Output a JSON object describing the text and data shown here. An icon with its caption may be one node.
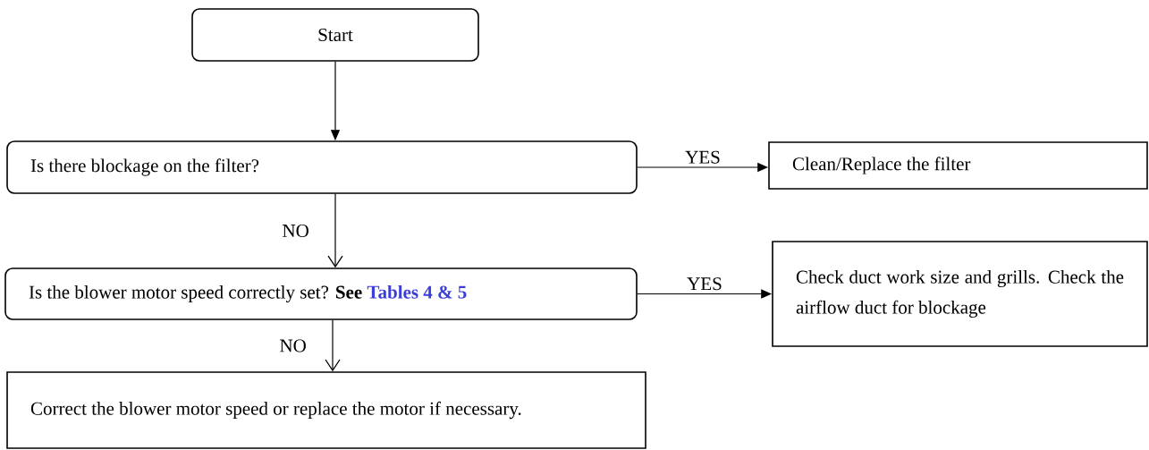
{
  "diagram": {
    "nodes": [
      {
        "text": [
          "Start"
        ]
      },
      {
        "text": [
          "Is there blockage on the filter?"
        ]
      },
      {
        "text": [
          "Clean/Replace the filter"
        ]
      },
      {
        "text": [
          "Is the blower motor speed correctly set? **See**",
          "Tables 4 & 5"
        ]
      },
      {
        "text": [
          "Check duct work size and grills. Check the airflow duct for blockage"
        ]
      },
      {
        "text": [
          "Correct the blower motor speed or replace the motor if necessary."
        ]
      }
    ],
    "edges": [
      {
        "from": 0,
        "to": 1,
        "arrow": "to"
      },
      {
        "from": 1,
        "to": 2,
        "arrow": "to",
        "label": "YES"
      },
      {
        "from": 1,
        "to": 3,
        "arrow": "to",
        "label": "NO"
      },
      {
        "from": 3,
        "to": 4,
        "arrow": "to",
        "label": "YES"
      },
      {
        "from": 3,
        "to": 5,
        "arrow": "to",
        "label": "NO"
      }
    ]
  }
}
